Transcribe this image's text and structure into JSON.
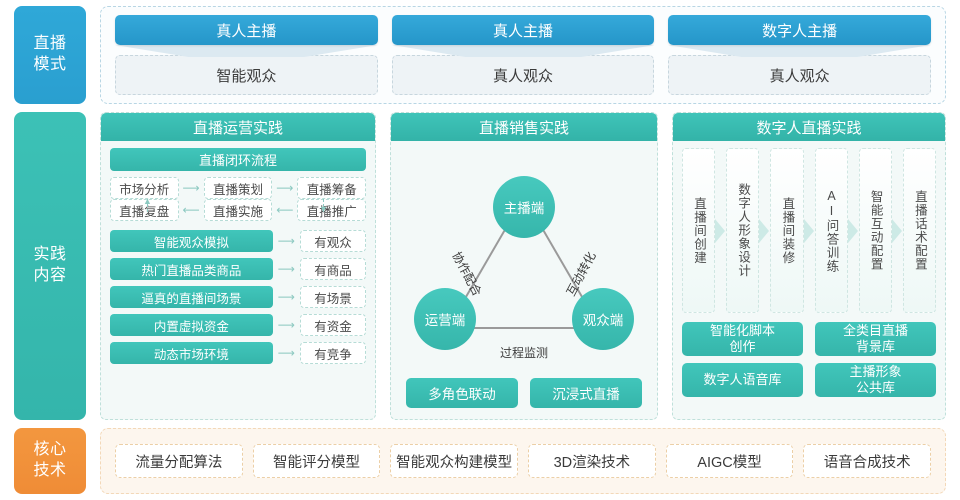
{
  "colors": {
    "blue": "#2a9fd0",
    "teal": "#35b5aa",
    "orange": "#ef8c36",
    "panel_bg": "#f3f9f8",
    "sub_bg": "#eef3f6",
    "tech_bg": "#fdf6ee"
  },
  "rows": {
    "mode": {
      "category": "直播\n模式",
      "category_line1": "直播",
      "category_line2": "模式",
      "columns": [
        {
          "header": "真人主播",
          "sub": "智能观众"
        },
        {
          "header": "真人主播",
          "sub": "真人观众"
        },
        {
          "header": "数字人主播",
          "sub": "真人观众"
        }
      ]
    },
    "practice": {
      "category_line1": "实践",
      "category_line2": "内容",
      "card_operation": {
        "header": "直播运营实践",
        "loop_title": "直播闭环流程",
        "loop_top": [
          "市场分析",
          "直播策划",
          "直播筹备"
        ],
        "loop_bottom": [
          "直播复盘",
          "直播实施",
          "直播推广"
        ],
        "features": [
          {
            "label": "智能观众模拟",
            "outcome": "有观众"
          },
          {
            "label": "热门直播品类商品",
            "outcome": "有商品"
          },
          {
            "label": "逼真的直播间场景",
            "outcome": "有场景"
          },
          {
            "label": "内置虚拟资金",
            "outcome": "有资金"
          },
          {
            "label": "动态市场环境",
            "outcome": "有竞争"
          }
        ]
      },
      "card_sales": {
        "header": "直播销售实践",
        "nodes": {
          "top": "主播端",
          "left": "运营端",
          "right": "观众端"
        },
        "edges": {
          "left": "协作配合",
          "right": "互动转化",
          "bottom": "过程监测"
        },
        "pills": [
          "多角色联动",
          "沉浸式直播"
        ]
      },
      "card_digital": {
        "header": "数字人直播实践",
        "steps": [
          "直播间创建",
          "数字人形象设计",
          "直播间装修",
          "AI问答训练",
          "智能互动配置",
          "直播话术配置"
        ],
        "libraries": [
          {
            "line1": "智能化脚本",
            "line2": "创作"
          },
          {
            "line1": "全类目直播",
            "line2": "背景库"
          },
          {
            "line1": "数字人语音库",
            "line2": ""
          },
          {
            "line1": "主播形象",
            "line2": "公共库"
          }
        ]
      }
    },
    "tech": {
      "category_line1": "核心",
      "category_line2": "技术",
      "items": [
        "流量分配算法",
        "智能评分模型",
        "智能观众构建模型",
        "3D渲染技术",
        "AIGC模型",
        "语音合成技术"
      ]
    }
  }
}
